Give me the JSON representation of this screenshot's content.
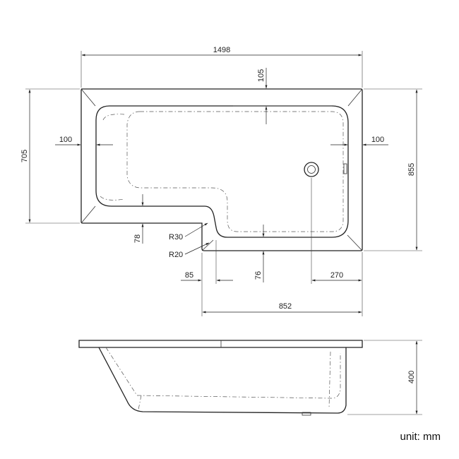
{
  "plan": {
    "overall_length": "1498",
    "overall_width": "855",
    "narrow_width": "705",
    "back_rim": "105",
    "left_rim": "100",
    "right_rim": "100",
    "step_depth": "78",
    "radius_large": "R30",
    "radius_small": "R20",
    "step_offset": "85",
    "front_rim": "76",
    "waste_offset": "270",
    "wide_section_length": "852"
  },
  "side": {
    "height": "400"
  },
  "unit_label": "unit: mm"
}
